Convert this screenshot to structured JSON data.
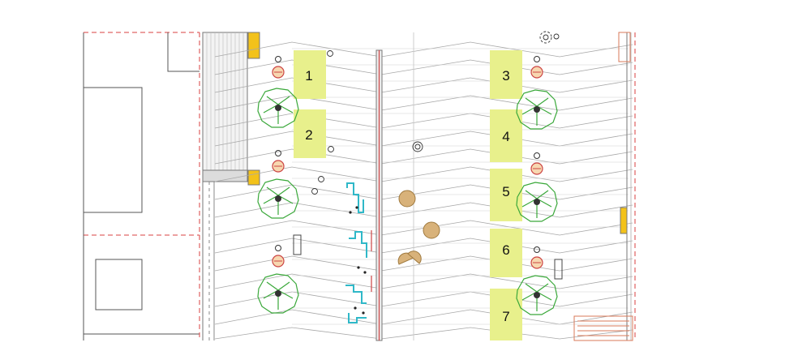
{
  "zones": [
    {
      "label": "1"
    },
    {
      "label": "2"
    },
    {
      "label": "3"
    },
    {
      "label": "4"
    },
    {
      "label": "5"
    },
    {
      "label": "6"
    },
    {
      "label": "7"
    }
  ],
  "colors": {
    "zone_fill": "#e8f08c",
    "tree_outline": "#3aa83a",
    "boundary_line": "#d94040",
    "planter_cyan": "#2fb8c8",
    "bench_wood": "#d8b27a",
    "accent_yellow": "#f3c21a",
    "stair_red": "#d97a5a"
  },
  "icons": [
    "tree-icon",
    "lamp-icon",
    "bollard-icon",
    "bench-icon",
    "drain-channel-icon"
  ]
}
